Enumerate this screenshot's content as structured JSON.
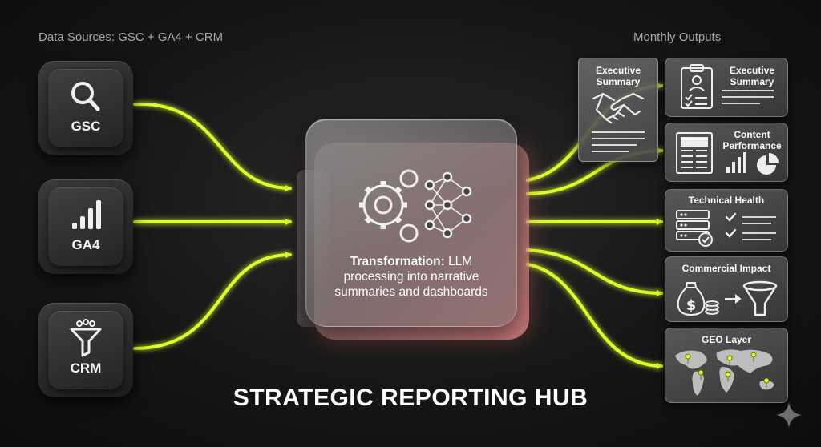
{
  "sources_caption": "Data Sources: GSC + GA4 + CRM",
  "outputs_caption": "Monthly Outputs",
  "sources": [
    {
      "label": "GSC",
      "icon": "magnifier-icon"
    },
    {
      "label": "GA4",
      "icon": "signal-bars-icon"
    },
    {
      "label": "CRM",
      "icon": "funnel-icon"
    }
  ],
  "hub": {
    "bold": "Transformation:",
    "text": "LLM processing into narrative summaries and dashboards",
    "icon": "gears-neural-network-icon"
  },
  "title": "STRATEGIC REPORTING HUB",
  "floating_card": {
    "title": "Executive Summary",
    "icon": "handshake-icon"
  },
  "outputs": [
    {
      "title": "Executive Summary",
      "icon": "clipboard-checklist-icon"
    },
    {
      "title": "Content Performance",
      "icon": "newspaper-chart-icon"
    },
    {
      "title": "Technical Health",
      "icon": "server-checklist-icon"
    },
    {
      "title": "Commercial Impact",
      "icon": "money-funnel-icon"
    },
    {
      "title": "GEO Layer",
      "icon": "world-map-icon"
    }
  ],
  "colors": {
    "flow": "#d8ff2a",
    "background": "#141414",
    "hub_glow": "#ff9a9a"
  }
}
